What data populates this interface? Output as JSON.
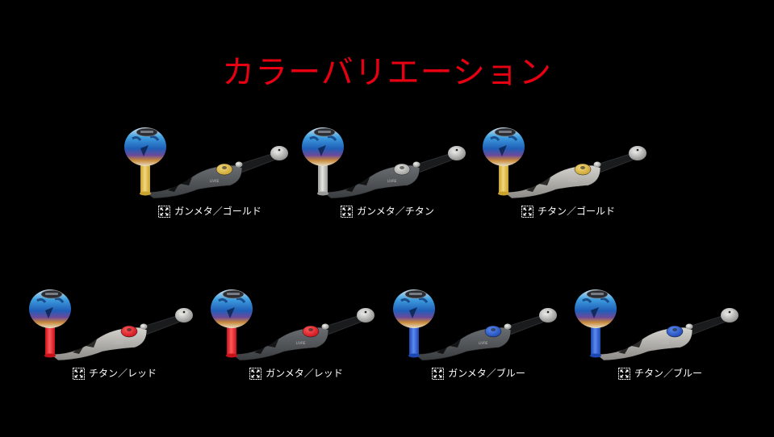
{
  "page": {
    "title": "カラーバリエーション",
    "title_color": "#e60012",
    "background": "#000000"
  },
  "variants": [
    {
      "label": "ガンメタ／ゴールド",
      "arm": "gunmetal",
      "accent": "gold",
      "colors": {
        "arm": "#3a3d40",
        "arm_hi": "#6a6e72",
        "accent": "#c9a230",
        "accent_hi": "#f3d77a"
      },
      "icon": "expand-icon"
    },
    {
      "label": "ガンメタ／チタン",
      "arm": "gunmetal",
      "accent": "titanium",
      "colors": {
        "arm": "#3a3d40",
        "arm_hi": "#6a6e72",
        "accent": "#9a9a98",
        "accent_hi": "#e4e4e0"
      },
      "icon": "expand-icon"
    },
    {
      "label": "チタン／ゴールド",
      "arm": "titanium",
      "accent": "gold",
      "colors": {
        "arm": "#8c8a86",
        "arm_hi": "#d6d4cf",
        "accent": "#c9a230",
        "accent_hi": "#f3d77a"
      },
      "icon": "expand-icon"
    },
    {
      "label": "チタン／レッド",
      "arm": "titanium",
      "accent": "red",
      "colors": {
        "arm": "#8c8a86",
        "arm_hi": "#d6d4cf",
        "accent": "#c8101a",
        "accent_hi": "#ff5a5a"
      },
      "icon": "expand-icon"
    },
    {
      "label": "ガンメタ／レッド",
      "arm": "gunmetal",
      "accent": "red",
      "colors": {
        "arm": "#3a3d40",
        "arm_hi": "#6a6e72",
        "accent": "#c8101a",
        "accent_hi": "#ff5a5a"
      },
      "icon": "expand-icon"
    },
    {
      "label": "ガンメタ／ブルー",
      "arm": "gunmetal",
      "accent": "blue",
      "colors": {
        "arm": "#3a3d40",
        "arm_hi": "#6a6e72",
        "accent": "#1c46b0",
        "accent_hi": "#5a8af0"
      },
      "icon": "expand-icon"
    },
    {
      "label": "チタン／ブルー",
      "arm": "titanium",
      "accent": "blue",
      "colors": {
        "arm": "#8c8a86",
        "arm_hi": "#d6d4cf",
        "accent": "#1c46b0",
        "accent_hi": "#5a8af0"
      },
      "icon": "expand-icon"
    }
  ]
}
